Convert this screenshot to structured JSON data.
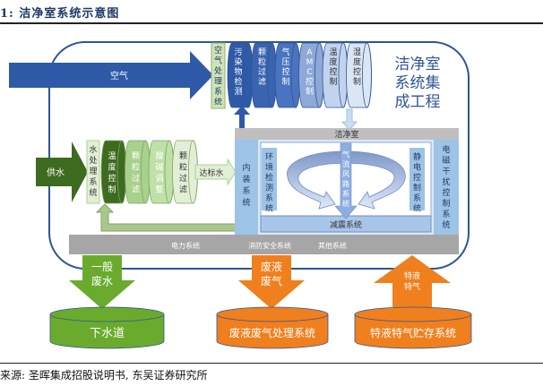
{
  "figure": {
    "title": "1:  洁净室系统示意图",
    "source": "来源:  圣晖集成招股说明书,  东吴证券研究所"
  },
  "integration_label": [
    "洁净室",
    "系统集",
    "成工程"
  ],
  "air": {
    "arrow_label": "空气",
    "handler_label": "空气处理系统",
    "stages": [
      "污染物检测",
      "颗粒过滤",
      "气压控制",
      "AMC控制",
      "温度控制",
      "湿度控制"
    ]
  },
  "water": {
    "arrow_label": "供水",
    "handler_label": "水处理系统",
    "stages": [
      "温度控制",
      "颗粒过滤",
      "酸碱调整",
      "颗粒过滤"
    ],
    "output_label": "达标水"
  },
  "cleanroom": {
    "header": "洁净室",
    "interior_system": "内装系统",
    "env_monitoring": "环境检测系统",
    "airflow": "气流风路系统",
    "static_control": "静电控制系统",
    "emi_control": "电磁干扰控制系统",
    "vibration": "减震系统"
  },
  "utilities": [
    "电力系统",
    "消防安全系统",
    "其他系统"
  ],
  "outputs": [
    {
      "arrow_label": "一般废水",
      "tank_label": "下水道",
      "color": "#6aab2e"
    },
    {
      "arrow_label": "废液废气",
      "tank_label": "废液废气处理系统",
      "color": "#f07f1d"
    },
    {
      "arrow_label": "特液特气",
      "tank_label": "特液特气贮存系统",
      "color": "#f07f1d"
    }
  ],
  "colors": {
    "frame": "#2f5597",
    "air_dark": "#2e5aa7",
    "water_dark": "#3d6b1f",
    "gray_bar": "#a6a6a6",
    "light_blue": "#9dc3e6"
  }
}
